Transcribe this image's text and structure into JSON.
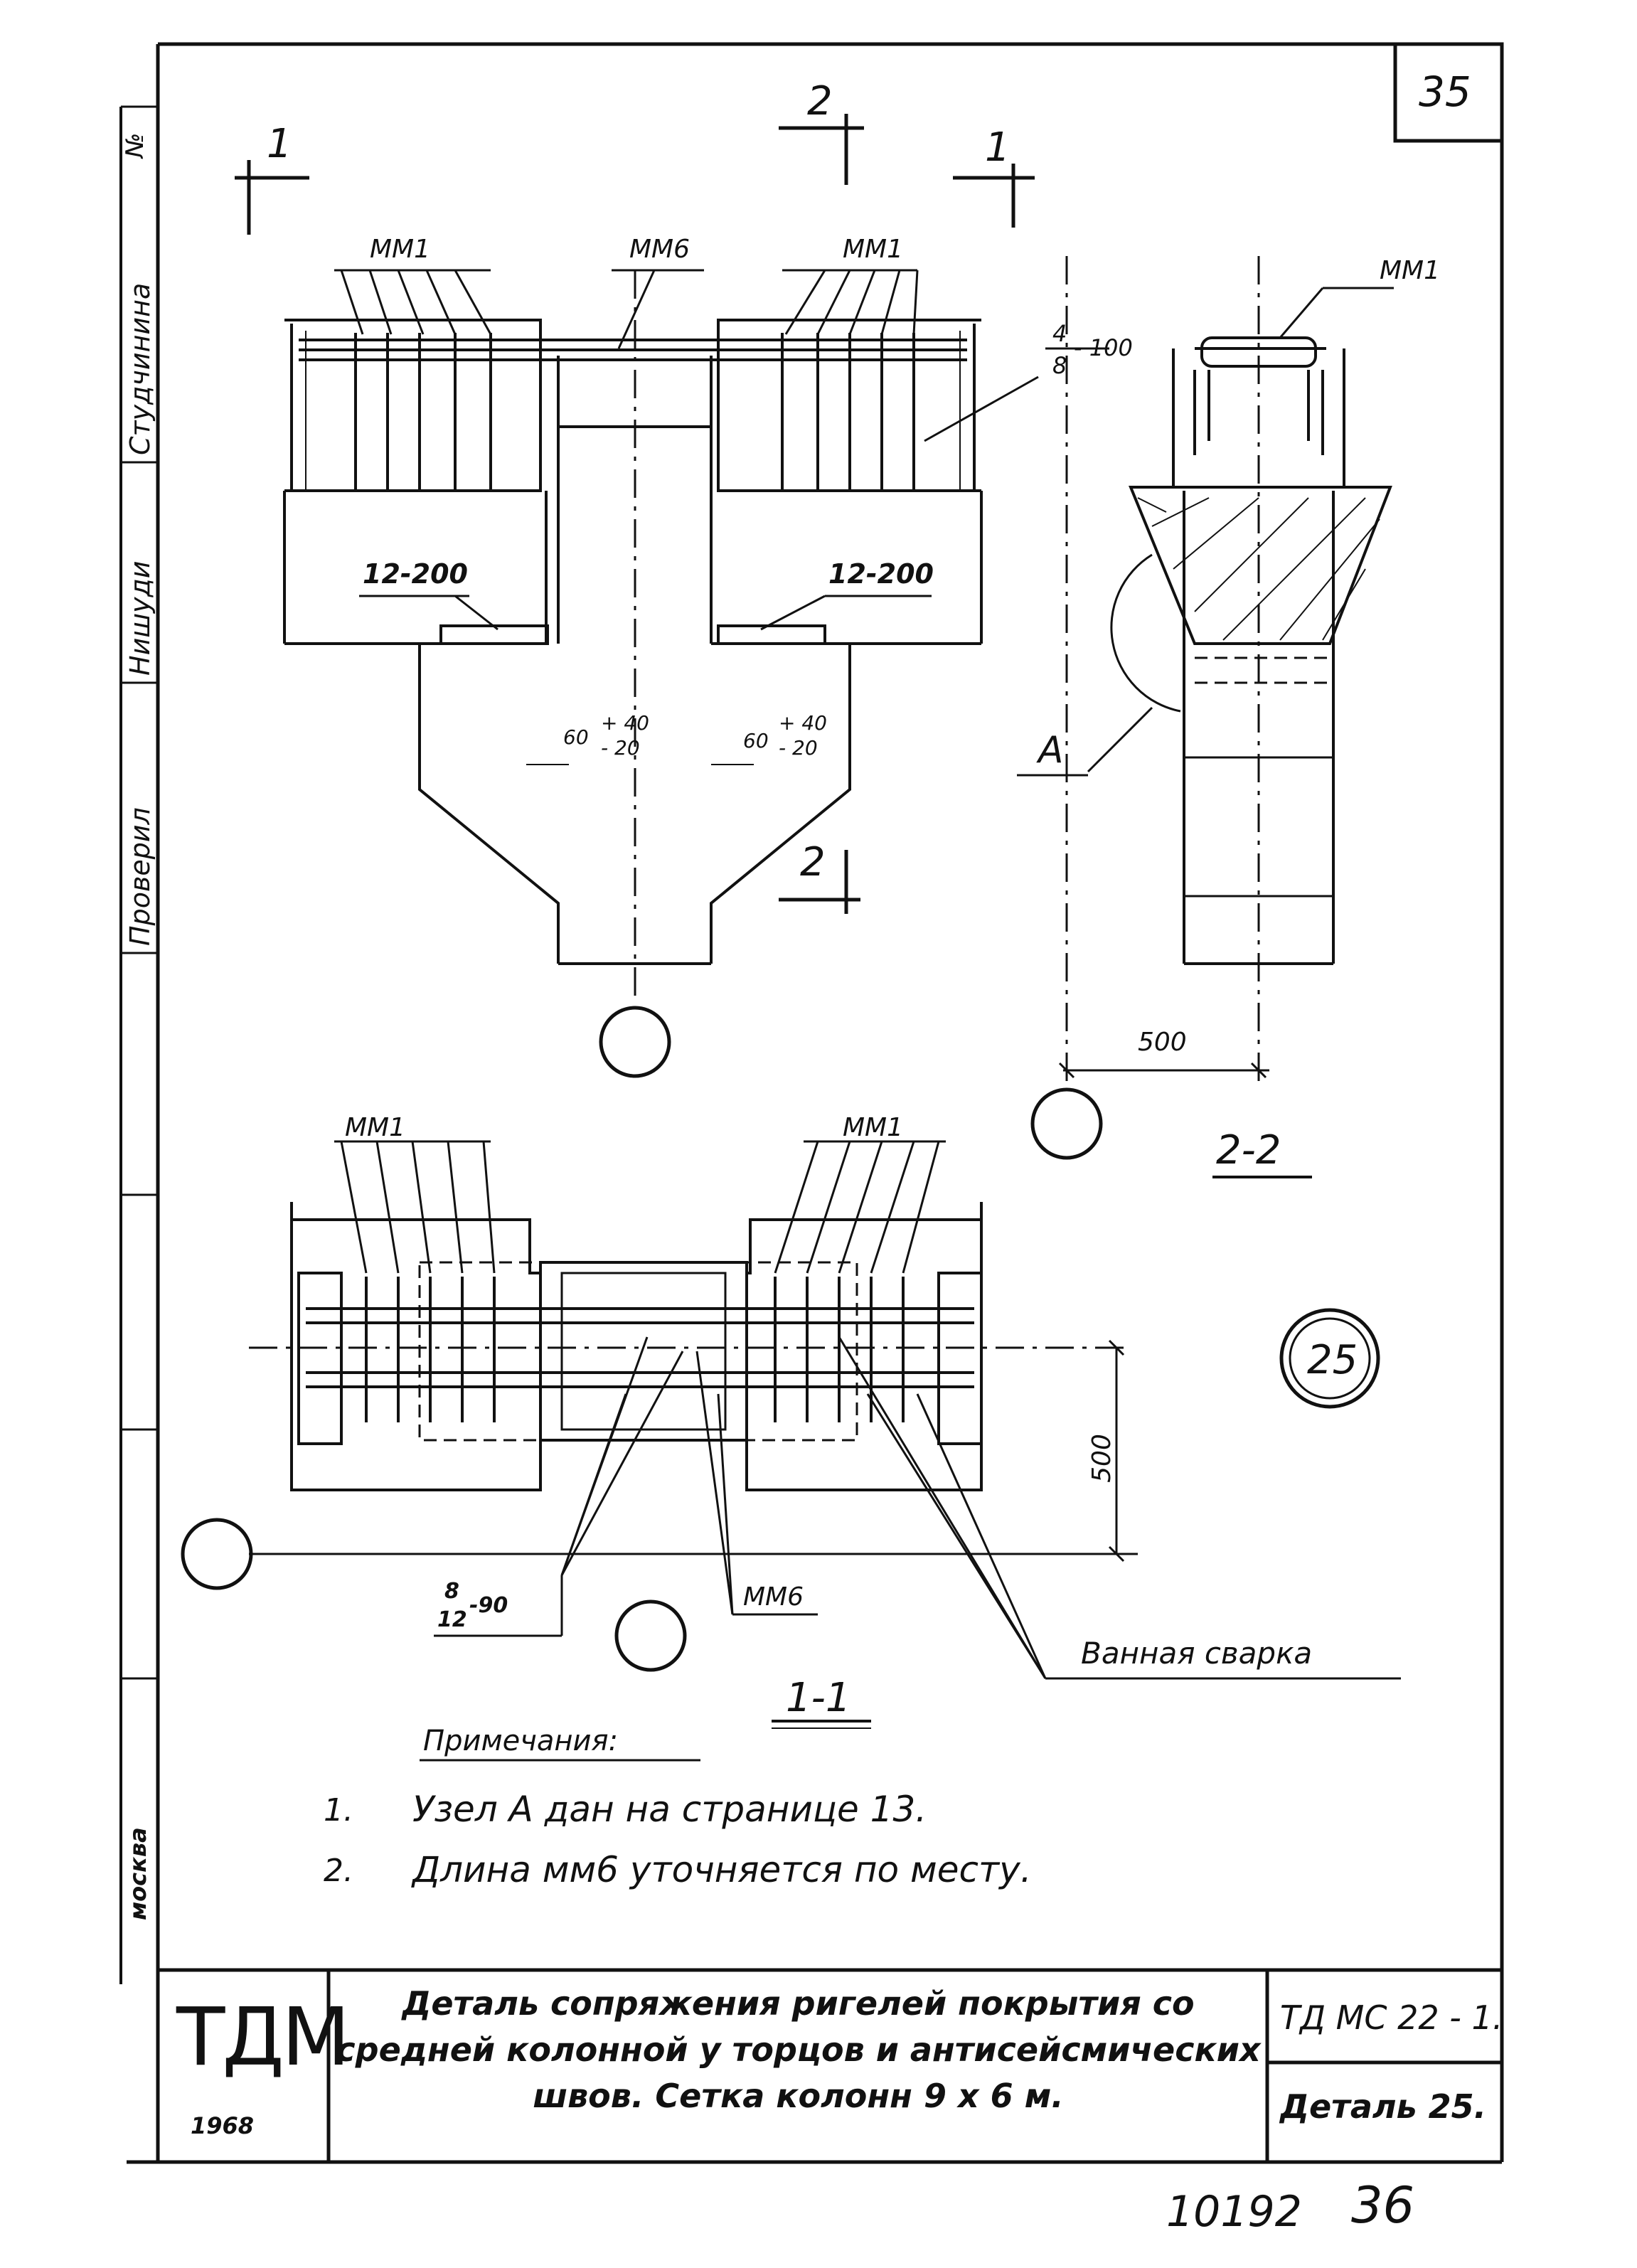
{
  "sheet": {
    "page_number": "35",
    "bottom_left_number": "10192",
    "bottom_right_number": "36",
    "city": "москва"
  },
  "side_stamp": {
    "num_mark": "№",
    "designer": "Студчинина",
    "checker_signature": "Нишуди",
    "checked_label": "Проверил"
  },
  "section_marks": {
    "cut_1_left": "1",
    "cut_1_right": "1",
    "cut_2_top": "2",
    "cut_2_bottom": "2"
  },
  "elevation_view": {
    "mm1_left": "ММ1",
    "mm6": "ММ6",
    "mm1_right": "ММ1",
    "rebar_top": "4",
    "rebar_bottom": "8",
    "rebar_spacing": "- 100",
    "mesh_left": "12-200",
    "mesh_right": "12-200",
    "gap_left": "60",
    "tol_left_plus": "+ 40",
    "tol_left_minus": "- 20",
    "gap_right": "60",
    "tol_right_plus": "+ 40",
    "tol_right_minus": "- 20"
  },
  "section_2_2": {
    "mm1": "ММ1",
    "node_label": "А",
    "dimension": "500",
    "title": "2-2"
  },
  "plan_view": {
    "mm1_left": "ММ1",
    "mm1_right": "ММ1",
    "detail_number": "25",
    "dimension": "500",
    "rebar_top": "8",
    "rebar_bottom": "12",
    "rebar_spacing": "-90",
    "mm6": "ММ6",
    "weld_label": "Ванная  сварка",
    "title": "1-1"
  },
  "notes": {
    "heading": "Примечания:",
    "items": [
      {
        "num": "1.",
        "text": "Узел  А  дан  на  странице  13."
      },
      {
        "num": "2.",
        "text": "Длина  мм6  уточняется  по месту."
      }
    ]
  },
  "title_block": {
    "logo": "ТДМ",
    "year": "1968",
    "title_line1": "Деталь  сопряжения  ригелей  покрытия  со",
    "title_line2": "средней  колонной  у  торцов  и  антисейсмических",
    "title_line3": "швов.  Сетка  колонн   9 х 6 м.",
    "doc_code": "ТД МС 22 - 1.",
    "detail_ref": "Деталь  25."
  }
}
